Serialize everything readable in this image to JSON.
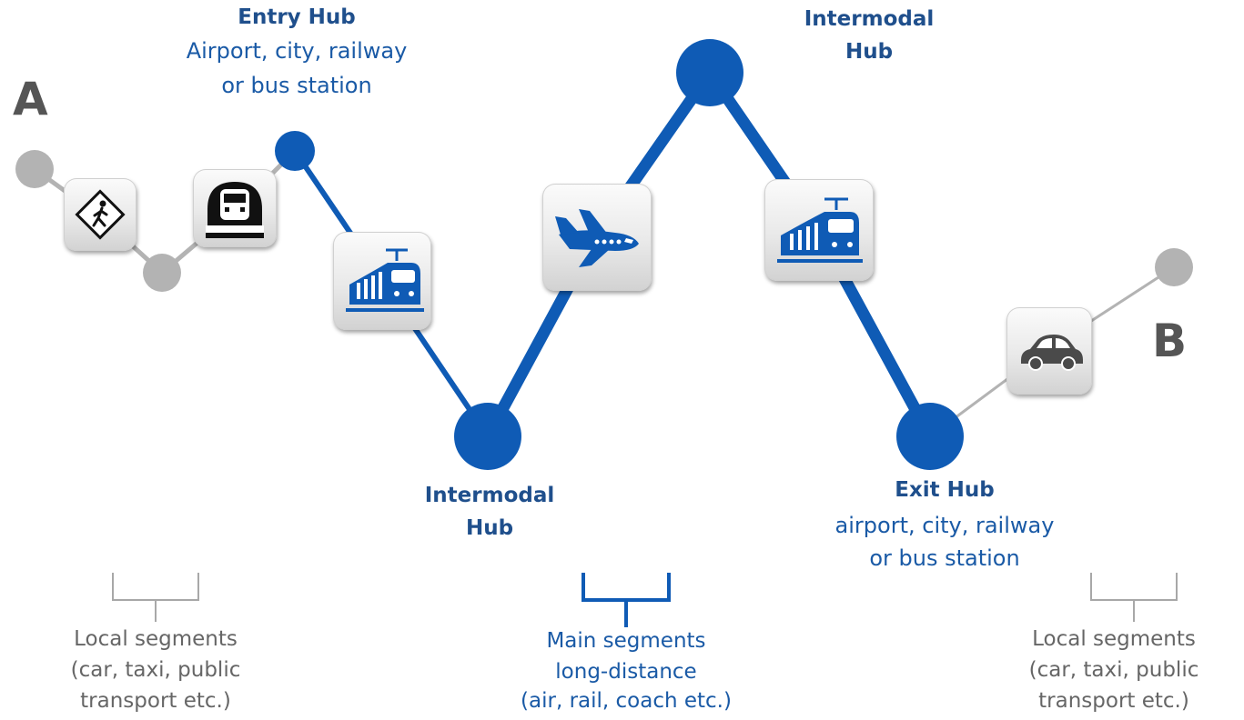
{
  "endpoints": {
    "start": "A",
    "end": "B"
  },
  "hubs": {
    "entry": {
      "title": "Entry Hub",
      "line1": "Airport, city, railway",
      "line2": "or bus station"
    },
    "intermodal_low": {
      "line1": "Intermodal",
      "line2": "Hub"
    },
    "intermodal_high": {
      "line1": "Intermodal",
      "line2": "Hub"
    },
    "exit": {
      "title": "Exit Hub",
      "line1": "airport, city, railway",
      "line2": "or bus station"
    }
  },
  "segments": {
    "local_left": {
      "line1": "Local segments",
      "line2": "(car, taxi,  public",
      "line3": "transport etc.)"
    },
    "main": {
      "line1": "Main segments",
      "line2": "long-distance",
      "line3": "(air, rail, coach etc.)"
    },
    "local_right": {
      "line1": "Local segments",
      "line2": "(car, taxi,  public",
      "line3": "transport etc.)"
    }
  },
  "icons": [
    "pedestrian-icon",
    "metro-icon",
    "train-icon",
    "airplane-icon",
    "train-icon",
    "car-icon"
  ],
  "colors": {
    "main": "#0f5bb5",
    "local": "#b3b3b3",
    "hub_text": "#1a5aa6",
    "label_grey": "#666666"
  }
}
